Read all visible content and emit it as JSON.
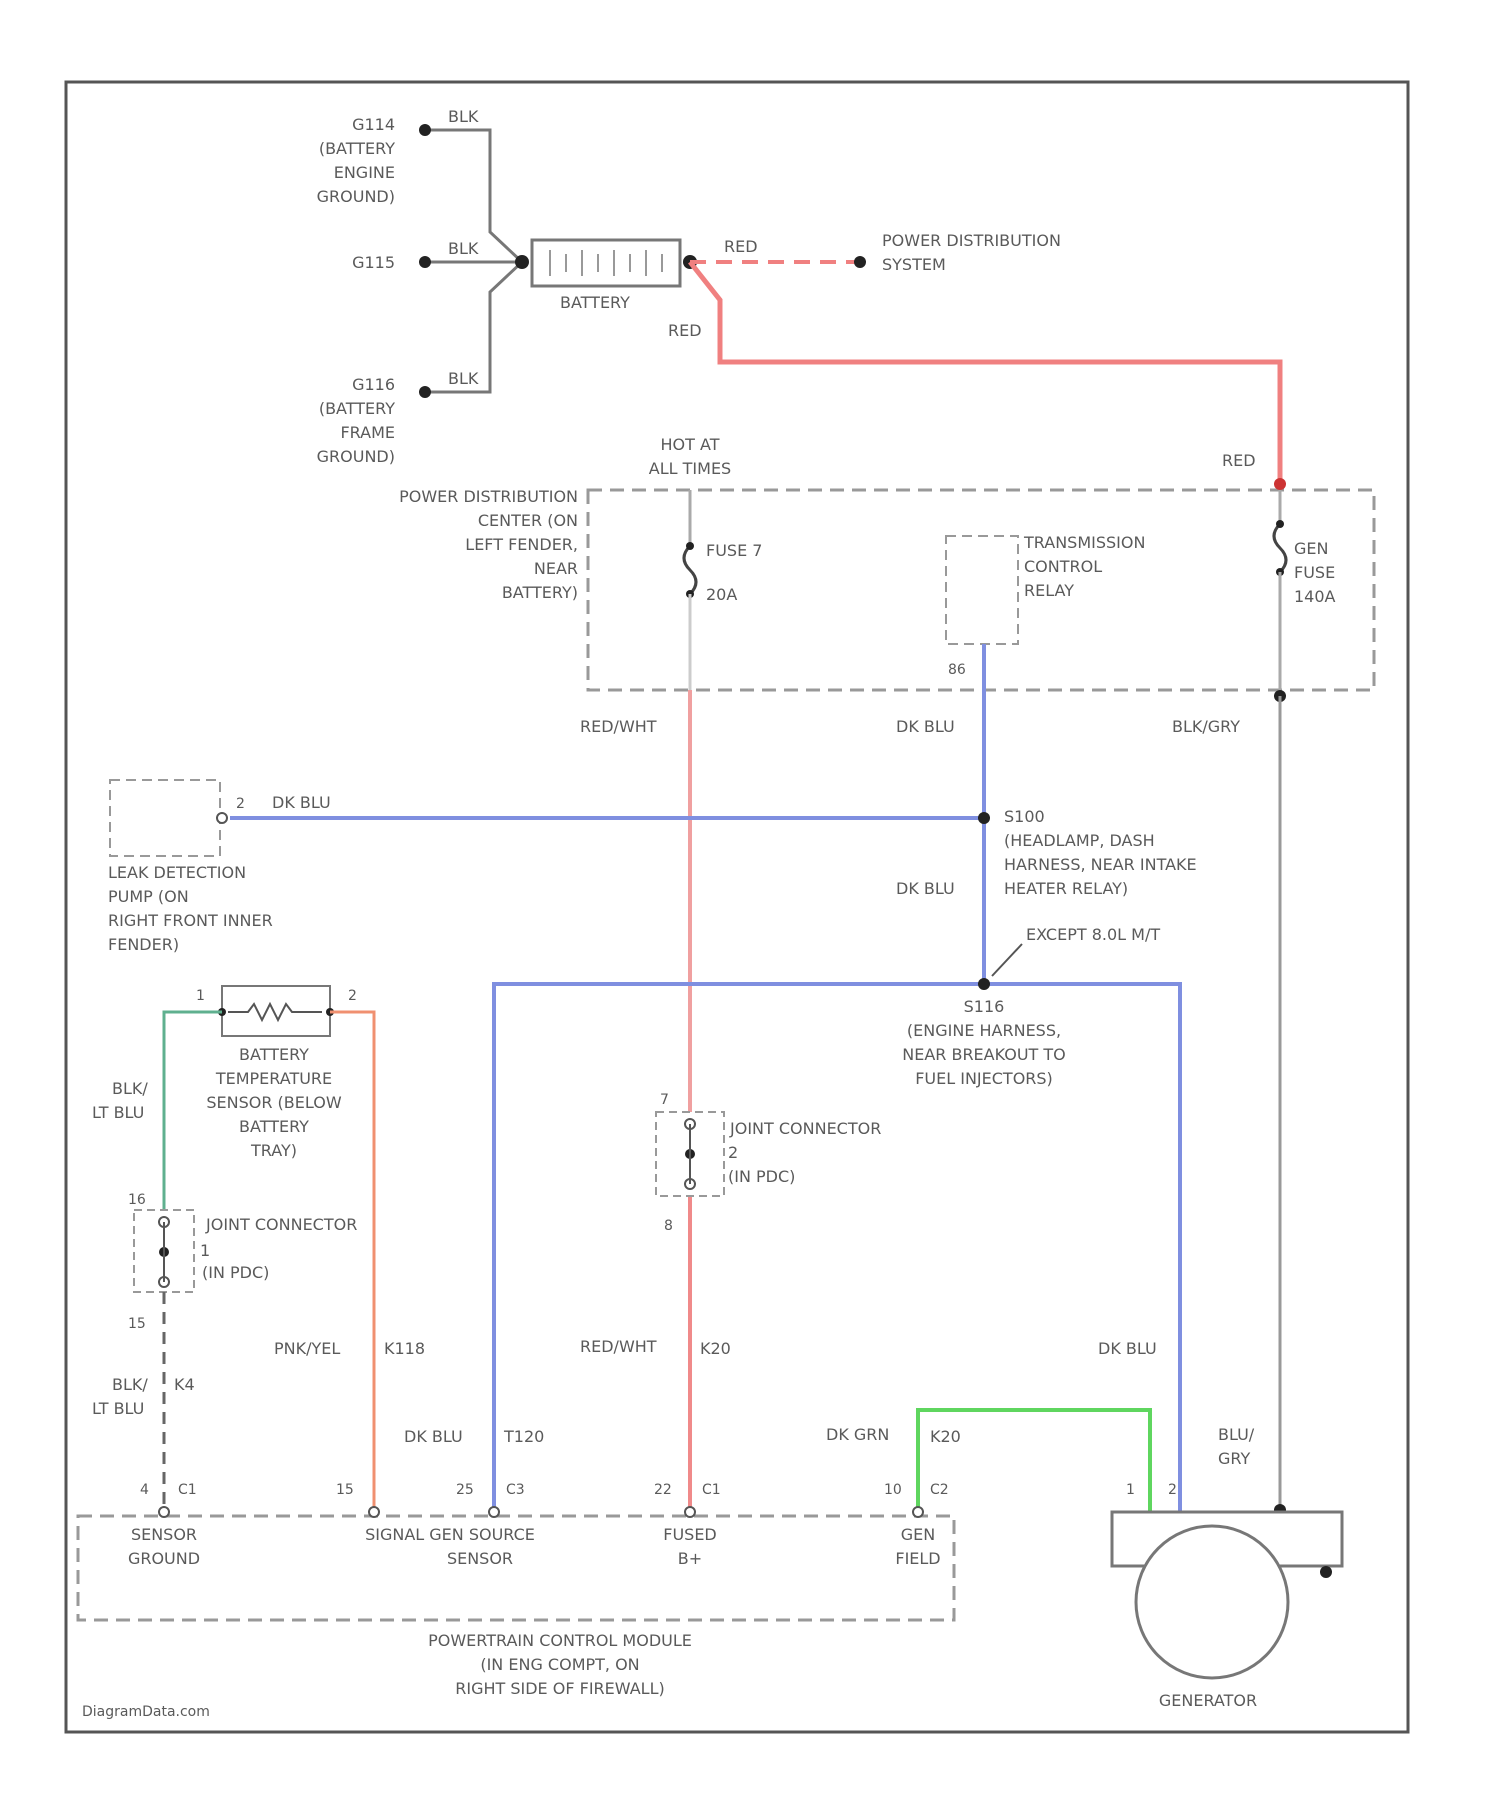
{
  "title": "",
  "colors": {
    "red": "#f08080",
    "pink": "#f0a8a8",
    "blue": "#7f8fe0",
    "green": "#5fd65f",
    "teal": "#5fb08f",
    "orange": "#f09070",
    "gray": "#888888",
    "frame": "#555555"
  },
  "grounds": {
    "g114": [
      "G114",
      "(BATTERY",
      "ENGINE",
      "GROUND)"
    ],
    "g115": [
      "G115"
    ],
    "g116": [
      "G116",
      "(BATTERY",
      "FRAME",
      "GROUND)"
    ],
    "blk": "BLK"
  },
  "battery": {
    "label": "BATTERY",
    "red": "RED",
    "power_distribution": [
      "POWER DISTRIBUTION",
      "SYSTEM"
    ],
    "red_lower": "RED"
  },
  "pdc": {
    "hot": [
      "HOT AT",
      "ALL TIMES"
    ],
    "label": [
      "POWER DISTRIBUTION",
      "CENTER (ON",
      "LEFT FENDER,",
      "NEAR",
      "BATTERY)"
    ],
    "fuse": [
      "FUSE 7",
      "20A"
    ],
    "relay": [
      "TRANSMISSION",
      "CONTROL",
      "RELAY"
    ],
    "relay_pin": "86",
    "gen_fuse": [
      "GEN",
      "FUSE",
      "140A"
    ],
    "red_top": "RED"
  },
  "wires": {
    "red_wht": "RED/WHT",
    "dk_blu": "DK BLU",
    "blk_gry": "BLK/GRY",
    "dk_blu_2": "DK BLU",
    "red_wht_2": "RED/WHT",
    "k20": "K20",
    "dk_blu_3": "DK BLU",
    "dk_grn": "DK GRN",
    "k20b": "K20",
    "blu_gry": [
      "BLU/",
      "GRY"
    ],
    "pnk_yel": "PNK/YEL",
    "k118": "K118",
    "blk_lt_blu": [
      "BLK/",
      "LT BLU"
    ],
    "blk_lt_blu_2": [
      "BLK/",
      "LT BLU"
    ],
    "k4": "K4",
    "dk_blu_4": "DK BLU",
    "t120": "T120"
  },
  "leak": {
    "pin": "2",
    "wire": "DK BLU",
    "label": [
      "LEAK DETECTION",
      "PUMP (ON",
      "RIGHT FRONT INNER",
      "FENDER)"
    ]
  },
  "splices": {
    "s100": [
      "S100",
      "(HEADLAMP, DASH",
      "HARNESS, NEAR INTAKE",
      "HEATER RELAY)"
    ],
    "except": "EXCEPT 8.0L M/T",
    "s116": [
      "S116",
      "(ENGINE HARNESS,",
      "NEAR BREAKOUT TO",
      "FUEL INJECTORS)"
    ]
  },
  "temp_sensor": {
    "pin1": "1",
    "pin2": "2",
    "label": [
      "BATTERY",
      "TEMPERATURE",
      "SENSOR (BELOW",
      "BATTERY",
      "TRAY)"
    ]
  },
  "joint1": {
    "label": "JOINT CONNECTOR",
    "sub": [
      "(IN PDC)",
      "1"
    ],
    "pin_top": "16",
    "pin_bot": "15"
  },
  "joint2": {
    "label": "JOINT CONNECTOR",
    "sub": [
      "2",
      "(IN PDC)"
    ],
    "pin_top": "7",
    "pin_bot": "8"
  },
  "pcm": {
    "pins": [
      {
        "num": "4",
        "conn": "C1",
        "label": [
          "SENSOR",
          "GROUND"
        ]
      },
      {
        "num": "15",
        "conn": "",
        "label": [
          "SIGNAL GEN SOURCE",
          "SENSOR"
        ]
      },
      {
        "num": "25",
        "conn": "C3",
        "label": []
      },
      {
        "num": "22",
        "conn": "C1",
        "label": [
          "FUSED",
          "B+"
        ]
      },
      {
        "num": "10",
        "conn": "C2",
        "label": [
          "GEN",
          "FIELD"
        ]
      }
    ],
    "label": [
      "POWERTRAIN CONTROL MODULE",
      "(IN ENG COMPT, ON",
      "RIGHT SIDE OF FIREWALL)"
    ]
  },
  "generator": {
    "label": "GENERATOR",
    "pin1": "1",
    "pin2": "2"
  },
  "footer": "DiagramData.com"
}
